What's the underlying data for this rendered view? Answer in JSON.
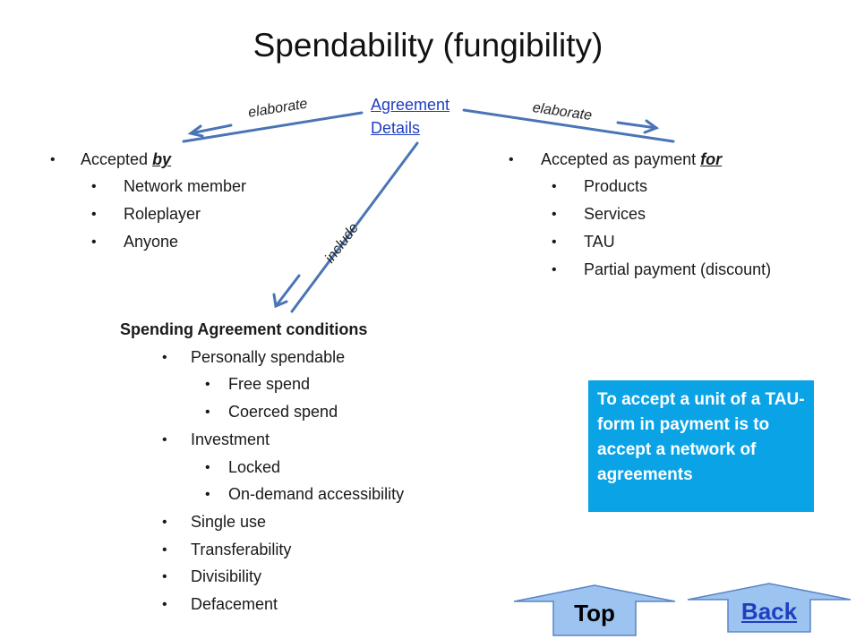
{
  "title": "Spendability (fungibility)",
  "agreement_link": {
    "line1": "Agreement",
    "line2": "Details"
  },
  "arrows": {
    "left_label": "elaborate",
    "right_label": "elaborate",
    "down_label": "include"
  },
  "accepted_by": {
    "prefix": "Accepted ",
    "emphasis": "by",
    "items": [
      "Network member",
      "Roleplayer",
      "Anyone"
    ]
  },
  "accepted_for": {
    "prefix": "Accepted as payment ",
    "emphasis": "for",
    "items": [
      "Products",
      "Services",
      "TAU",
      "Partial payment (discount)"
    ]
  },
  "conditions": {
    "heading": "Spending Agreement conditions",
    "personally_spendable": "Personally spendable",
    "free_spend": "Free spend",
    "coerced_spend": "Coerced spend",
    "investment": "Investment",
    "locked": "Locked",
    "on_demand": "On-demand accessibility",
    "single_use": "Single use",
    "transferability": "Transferability",
    "divisibility": "Divisibility",
    "defacement": "Defacement"
  },
  "callout": {
    "text": "To accept a unit of a TAU-form in payment is to accept a network of agreements"
  },
  "colors": {
    "arrow": "#4a74b5",
    "callout_bg": "#0aa3e6",
    "nav_fill": "#9dc3f0",
    "link": "#1f3fbf"
  },
  "nav": {
    "top_label": "Top",
    "back_label": "Back"
  }
}
